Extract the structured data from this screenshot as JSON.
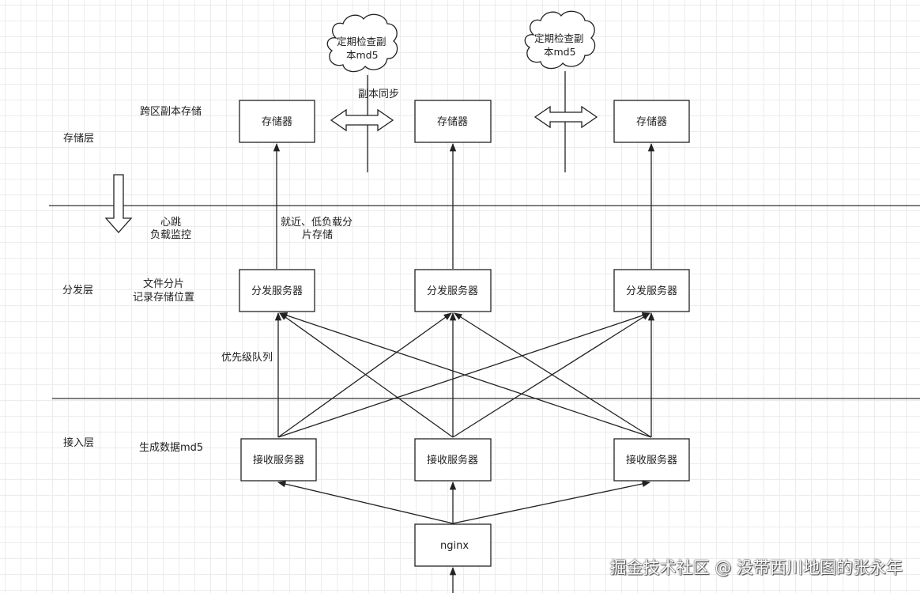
{
  "layers": {
    "storage": "存储层",
    "distribute": "分发层",
    "access": "接入层"
  },
  "nodes": {
    "storage1": "存储器",
    "storage2": "存储器",
    "storage3": "存储器",
    "dist1": "分发服务器",
    "dist2": "分发服务器",
    "dist3": "分发服务器",
    "recv1": "接收服务器",
    "recv2": "接收服务器",
    "recv3": "接收服务器",
    "nginx": "nginx"
  },
  "clouds": {
    "cloud1": [
      "定期检查副",
      "本md5"
    ],
    "cloud2": [
      "定期检查副",
      "本md5"
    ]
  },
  "annotations": {
    "cross_region": "跨区副本存储",
    "replica_sync": "副本同步",
    "heartbeat": [
      "心跳",
      "负载监控"
    ],
    "nearby_store": [
      "就近、低负载分",
      "片存储"
    ],
    "file_shard": [
      "文件分片",
      "记录存储位置"
    ],
    "priority_queue": "优先级队列",
    "gen_md5": "生成数据md5"
  },
  "watermark": "掘金技术社区 @ 没带西川地图的张永年"
}
